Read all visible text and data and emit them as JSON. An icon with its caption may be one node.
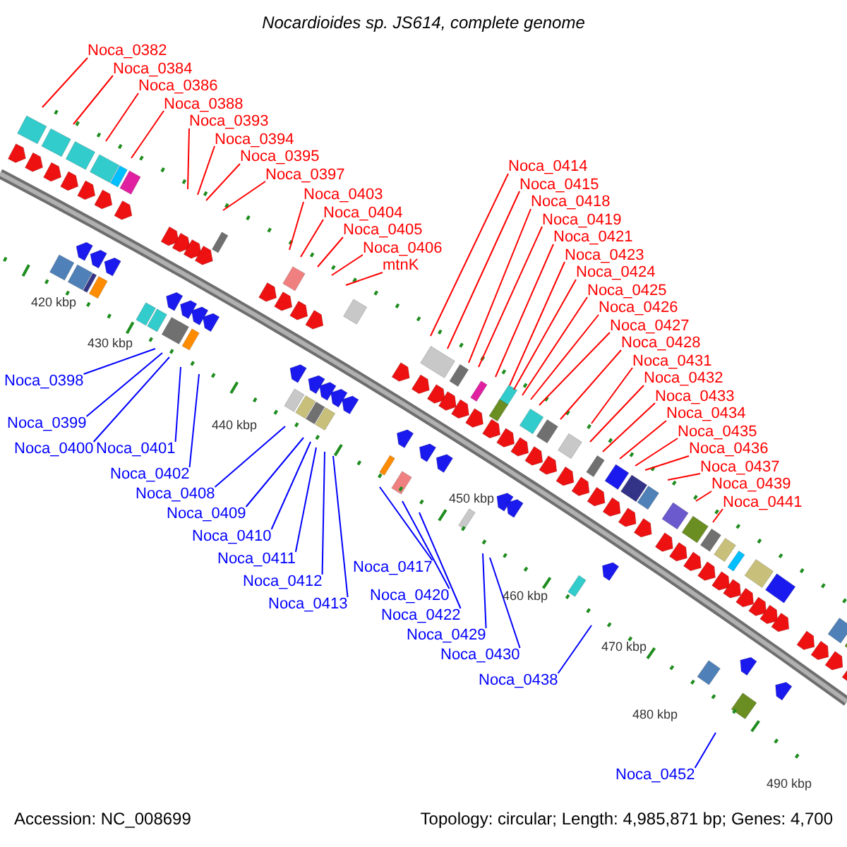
{
  "diagram": {
    "title": "Nocardioides sp. JS614, complete genome",
    "nodes": [
      {
        "text": [
          "Noca_0382"
        ]
      },
      {
        "text": [
          "Noca_0384"
        ]
      },
      {
        "text": [
          "Noca_0386"
        ]
      },
      {
        "text": [
          "Noca_0388"
        ]
      },
      {
        "text": [
          "Noca_0393"
        ]
      },
      {
        "text": [
          "Noca_0394"
        ]
      },
      {
        "text": [
          "Noca_0395"
        ]
      },
      {
        "text": [
          "Noca_0397"
        ]
      },
      {
        "text": [
          "Noca_0403"
        ]
      },
      {
        "text": [
          "Noca_0404"
        ]
      },
      {
        "text": [
          "Noca_0405"
        ]
      },
      {
        "text": [
          "Noca_0406"
        ]
      },
      {
        "text": [
          "mtnK"
        ]
      },
      {
        "text": [
          "Noca_0414"
        ]
      },
      {
        "text": [
          "Noca_0415"
        ]
      },
      {
        "text": [
          "Noca_0418"
        ]
      },
      {
        "text": [
          "Noca_0419"
        ]
      },
      {
        "text": [
          "Noca_0421"
        ]
      },
      {
        "text": [
          "Noca_0423"
        ]
      },
      {
        "text": [
          "Noca_0424"
        ]
      },
      {
        "text": [
          "Noca_0425"
        ]
      },
      {
        "text": [
          "Noca_0426"
        ]
      },
      {
        "text": [
          "Noca_0427"
        ]
      },
      {
        "text": [
          "Noca_0428"
        ]
      },
      {
        "text": [
          "Noca_0431"
        ]
      },
      {
        "text": [
          "Noca_0432"
        ]
      },
      {
        "text": [
          "Noca_0433"
        ]
      },
      {
        "text": [
          "Noca_0434"
        ]
      },
      {
        "text": [
          "Noca_0435"
        ]
      },
      {
        "text": [
          "Noca_0436"
        ]
      },
      {
        "text": [
          "Noca_0437"
        ]
      },
      {
        "text": [
          "Noca_0439"
        ]
      },
      {
        "text": [
          "Noca_0441"
        ]
      },
      {
        "text": [
          "Noca_0398"
        ]
      },
      {
        "text": [
          "Noca_0399"
        ]
      },
      {
        "text": [
          "Noca_0400"
        ]
      },
      {
        "text": [
          "Noca_0401"
        ]
      },
      {
        "text": [
          "Noca_0402"
        ]
      },
      {
        "text": [
          "Noca_0408"
        ]
      },
      {
        "text": [
          "Noca_0409"
        ]
      },
      {
        "text": [
          "Noca_0410"
        ]
      },
      {
        "text": [
          "Noca_0411"
        ]
      },
      {
        "text": [
          "Noca_0412"
        ]
      },
      {
        "text": [
          "Noca_0413"
        ]
      },
      {
        "text": [
          "Noca_0417"
        ]
      },
      {
        "text": [
          "Noca_0420"
        ]
      },
      {
        "text": [
          "Noca_0422"
        ]
      },
      {
        "text": [
          "Noca_0429"
        ]
      },
      {
        "text": [
          "Noca_0430"
        ]
      },
      {
        "text": [
          "Noca_0438"
        ]
      },
      {
        "text": [
          "Noca_0452"
        ]
      }
    ],
    "edges": [
      {
        "from": 0,
        "to": null,
        "arrow": "none"
      },
      {
        "from": 1,
        "to": null,
        "arrow": "none"
      },
      {
        "from": 2,
        "to": null,
        "arrow": "none"
      },
      {
        "from": 3,
        "to": null,
        "arrow": "none"
      },
      {
        "from": 4,
        "to": null,
        "arrow": "none"
      },
      {
        "from": 5,
        "to": null,
        "arrow": "none"
      },
      {
        "from": 6,
        "to": null,
        "arrow": "none"
      },
      {
        "from": 7,
        "to": null,
        "arrow": "none"
      },
      {
        "from": 8,
        "to": null,
        "arrow": "none"
      },
      {
        "from": 9,
        "to": null,
        "arrow": "none"
      },
      {
        "from": 10,
        "to": null,
        "arrow": "none"
      },
      {
        "from": 11,
        "to": null,
        "arrow": "none"
      },
      {
        "from": 12,
        "to": null,
        "arrow": "none"
      },
      {
        "from": 13,
        "to": null,
        "arrow": "none"
      },
      {
        "from": 14,
        "to": null,
        "arrow": "none"
      },
      {
        "from": 15,
        "to": null,
        "arrow": "none"
      },
      {
        "from": 16,
        "to": null,
        "arrow": "none"
      },
      {
        "from": 17,
        "to": null,
        "arrow": "none"
      },
      {
        "from": 18,
        "to": null,
        "arrow": "none"
      },
      {
        "from": 19,
        "to": null,
        "arrow": "none"
      },
      {
        "from": 20,
        "to": null,
        "arrow": "none"
      },
      {
        "from": 21,
        "to": null,
        "arrow": "none"
      },
      {
        "from": 22,
        "to": null,
        "arrow": "none"
      },
      {
        "from": 23,
        "to": null,
        "arrow": "none"
      },
      {
        "from": 24,
        "to": null,
        "arrow": "none"
      },
      {
        "from": 25,
        "to": null,
        "arrow": "none"
      },
      {
        "from": 26,
        "to": null,
        "arrow": "none"
      },
      {
        "from": 27,
        "to": null,
        "arrow": "none"
      },
      {
        "from": 28,
        "to": null,
        "arrow": "none"
      },
      {
        "from": 29,
        "to": null,
        "arrow": "none"
      },
      {
        "from": 30,
        "to": null,
        "arrow": "none"
      },
      {
        "from": 31,
        "to": null,
        "arrow": "none"
      },
      {
        "from": 32,
        "to": null,
        "arrow": "none"
      },
      {
        "from": 33,
        "to": null,
        "arrow": "none",
        "color": "#0000ff"
      },
      {
        "from": 34,
        "to": null,
        "arrow": "none",
        "color": "#0000ff"
      },
      {
        "from": 35,
        "to": null,
        "arrow": "none",
        "color": "#0000ff"
      },
      {
        "from": 36,
        "to": null,
        "arrow": "none",
        "color": "#0000ff"
      },
      {
        "from": 37,
        "to": null,
        "arrow": "none",
        "color": "#0000ff"
      },
      {
        "from": 38,
        "to": null,
        "arrow": "none",
        "color": "#0000ff"
      },
      {
        "from": 39,
        "to": null,
        "arrow": "none",
        "color": "#0000ff"
      },
      {
        "from": 40,
        "to": null,
        "arrow": "none",
        "color": "#0000ff"
      },
      {
        "from": 41,
        "to": null,
        "arrow": "none",
        "color": "#0000ff"
      },
      {
        "from": 42,
        "to": null,
        "arrow": "none",
        "color": "#0000ff"
      },
      {
        "from": 43,
        "to": null,
        "arrow": "none",
        "color": "#0000ff"
      },
      {
        "from": 44,
        "to": null,
        "arrow": "none",
        "color": "#0000ff"
      },
      {
        "from": 45,
        "to": null,
        "arrow": "none",
        "color": "#0000ff"
      },
      {
        "from": 46,
        "to": null,
        "arrow": "none",
        "color": "#0000ff"
      },
      {
        "from": 47,
        "to": null,
        "arrow": "none",
        "color": "#0000ff"
      },
      {
        "from": 48,
        "to": null,
        "arrow": "none",
        "color": "#0000ff"
      },
      {
        "from": 49,
        "to": null,
        "arrow": "none",
        "color": "#0000ff"
      },
      {
        "from": 50,
        "to": null,
        "arrow": "none",
        "color": "#0000ff"
      }
    ],
    "labels": [
      "420 kbp",
      "430 kbp",
      "440 kbp",
      "450 kbp",
      "460 kbp",
      "470 kbp",
      "480 kbp",
      "490 kbp",
      "Accession: NC_008699",
      "Topology: circular; Length: 4,985,871 bp; Genes: 4,700"
    ]
  }
}
